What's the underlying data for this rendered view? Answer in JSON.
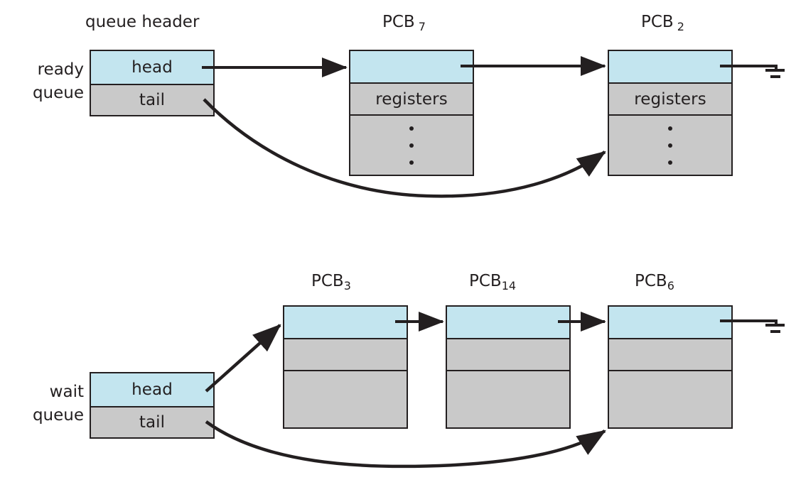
{
  "figure": {
    "title_caption": "queue header",
    "node_label_base": "PCB"
  },
  "labels": {
    "queue_header": "queue header",
    "ready_queue_line1": "ready",
    "ready_queue_line2": "queue",
    "wait_queue_line1": "wait",
    "wait_queue_line2": "queue",
    "head": "head",
    "tail": "tail",
    "registers": "registers"
  },
  "ready_queue": {
    "header_caption": "queue header",
    "side_label": "ready queue",
    "head_field": "head",
    "tail_field": "tail",
    "nodes": [
      {
        "name": "PCB",
        "subscript": "7",
        "pointer_row": "",
        "registers_row": "registers",
        "dots_row": "• • •",
        "terminates": false
      },
      {
        "name": "PCB",
        "subscript": "2",
        "pointer_row": "",
        "registers_row": "registers",
        "dots_row": "• • •",
        "terminates": true
      }
    ]
  },
  "wait_queue": {
    "side_label": "wait queue",
    "head_field": "head",
    "tail_field": "tail",
    "nodes": [
      {
        "name": "PCB",
        "subscript": "3",
        "pointer_row": "",
        "registers_row": "",
        "dots_row": "",
        "terminates": false
      },
      {
        "name": "PCB",
        "subscript": "14",
        "pointer_row": "",
        "registers_row": "",
        "dots_row": "",
        "terminates": false
      },
      {
        "name": "PCB",
        "subscript": "6",
        "pointer_row": "",
        "registers_row": "",
        "dots_row": "",
        "terminates": true
      }
    ]
  },
  "colors": {
    "pointer_field": "#c3e5ef",
    "data_field": "#c9c9c9",
    "stroke": "#231f20",
    "background": "#ffffff"
  }
}
